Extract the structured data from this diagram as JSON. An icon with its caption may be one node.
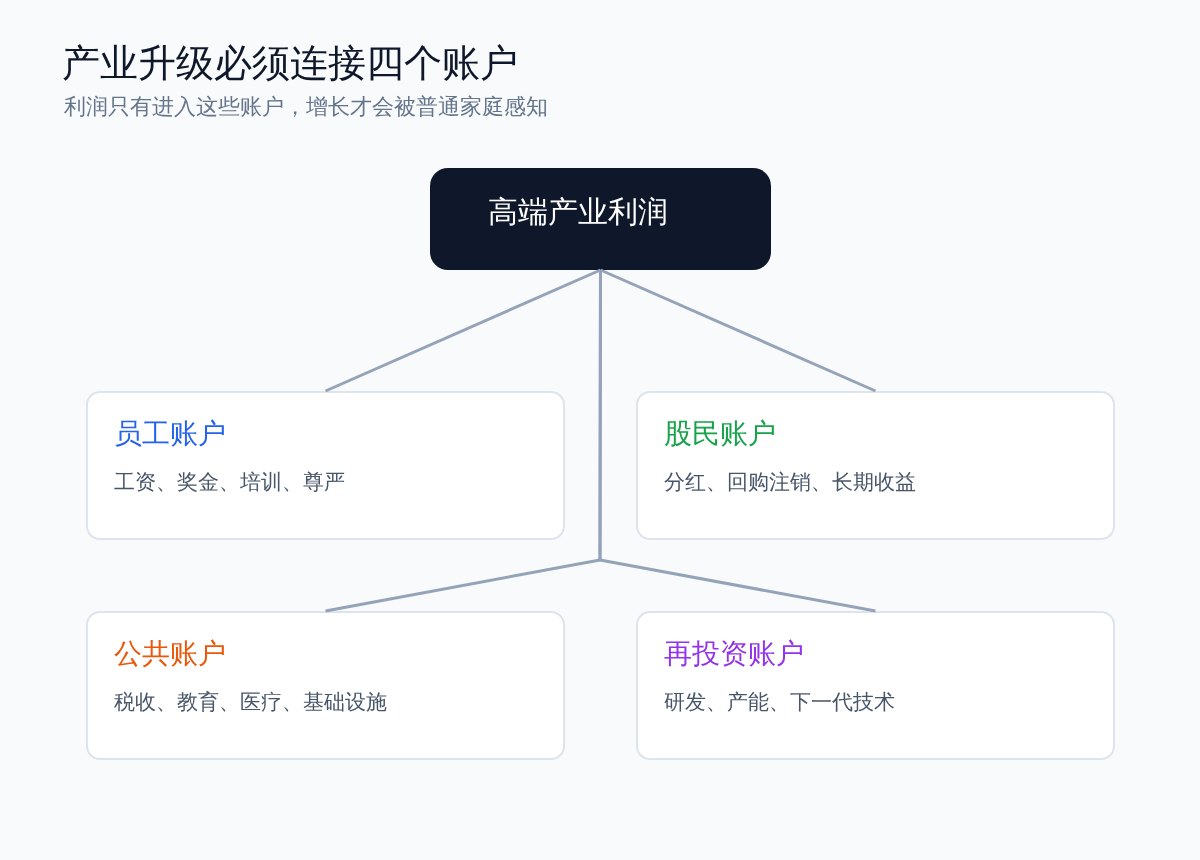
{
  "diagram": {
    "title": "产业升级必须连接四个账户",
    "nodes": [
      {
        "text": [
          "高端产业利润"
        ]
      },
      {
        "text": [
          "员工账户",
          "工资、奖金、培训、尊严"
        ]
      },
      {
        "text": [
          "股民账户",
          "分红、回购注销、长期收益"
        ]
      },
      {
        "text": [
          "公共账户",
          "税收、教育、医疗、基础设施"
        ]
      },
      {
        "text": [
          "再投资账户",
          "研发、产能、下一代技术"
        ]
      }
    ],
    "edges": [
      {
        "from": 0,
        "to": 1,
        "arrow": "none"
      },
      {
        "from": 0,
        "to": 2,
        "arrow": "none"
      },
      {
        "from": 0,
        "to": 3,
        "arrow": "none"
      },
      {
        "from": 0,
        "to": 4,
        "arrow": "none"
      }
    ],
    "labels": [
      "利润只有进入这些账户，增长才会被普通家庭感知"
    ]
  }
}
